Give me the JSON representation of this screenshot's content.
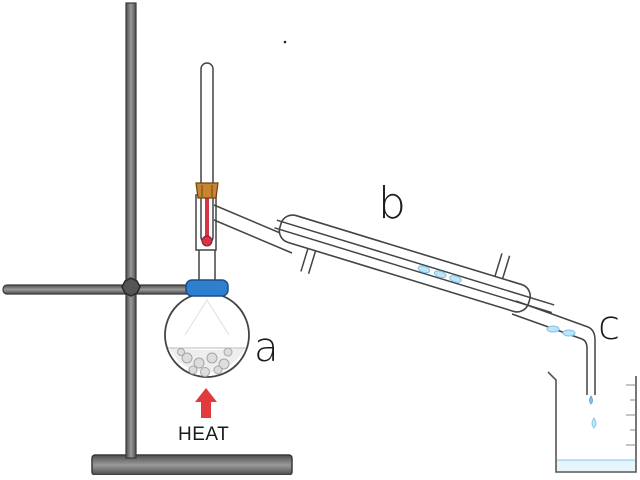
{
  "labels": {
    "flask": "a",
    "condenser": "b",
    "delivery_tube": "c",
    "heat": "HEAT"
  },
  "colors": {
    "stand_metal": "#6b6b6b",
    "thermometer_liquid": "#d9334a",
    "clamp_ring": "#2f7fd1",
    "cork": "#c8852f",
    "heat_arrow": "#e03a3a",
    "water_drop": "#7fc4ec",
    "glass_outline": "#444444"
  }
}
